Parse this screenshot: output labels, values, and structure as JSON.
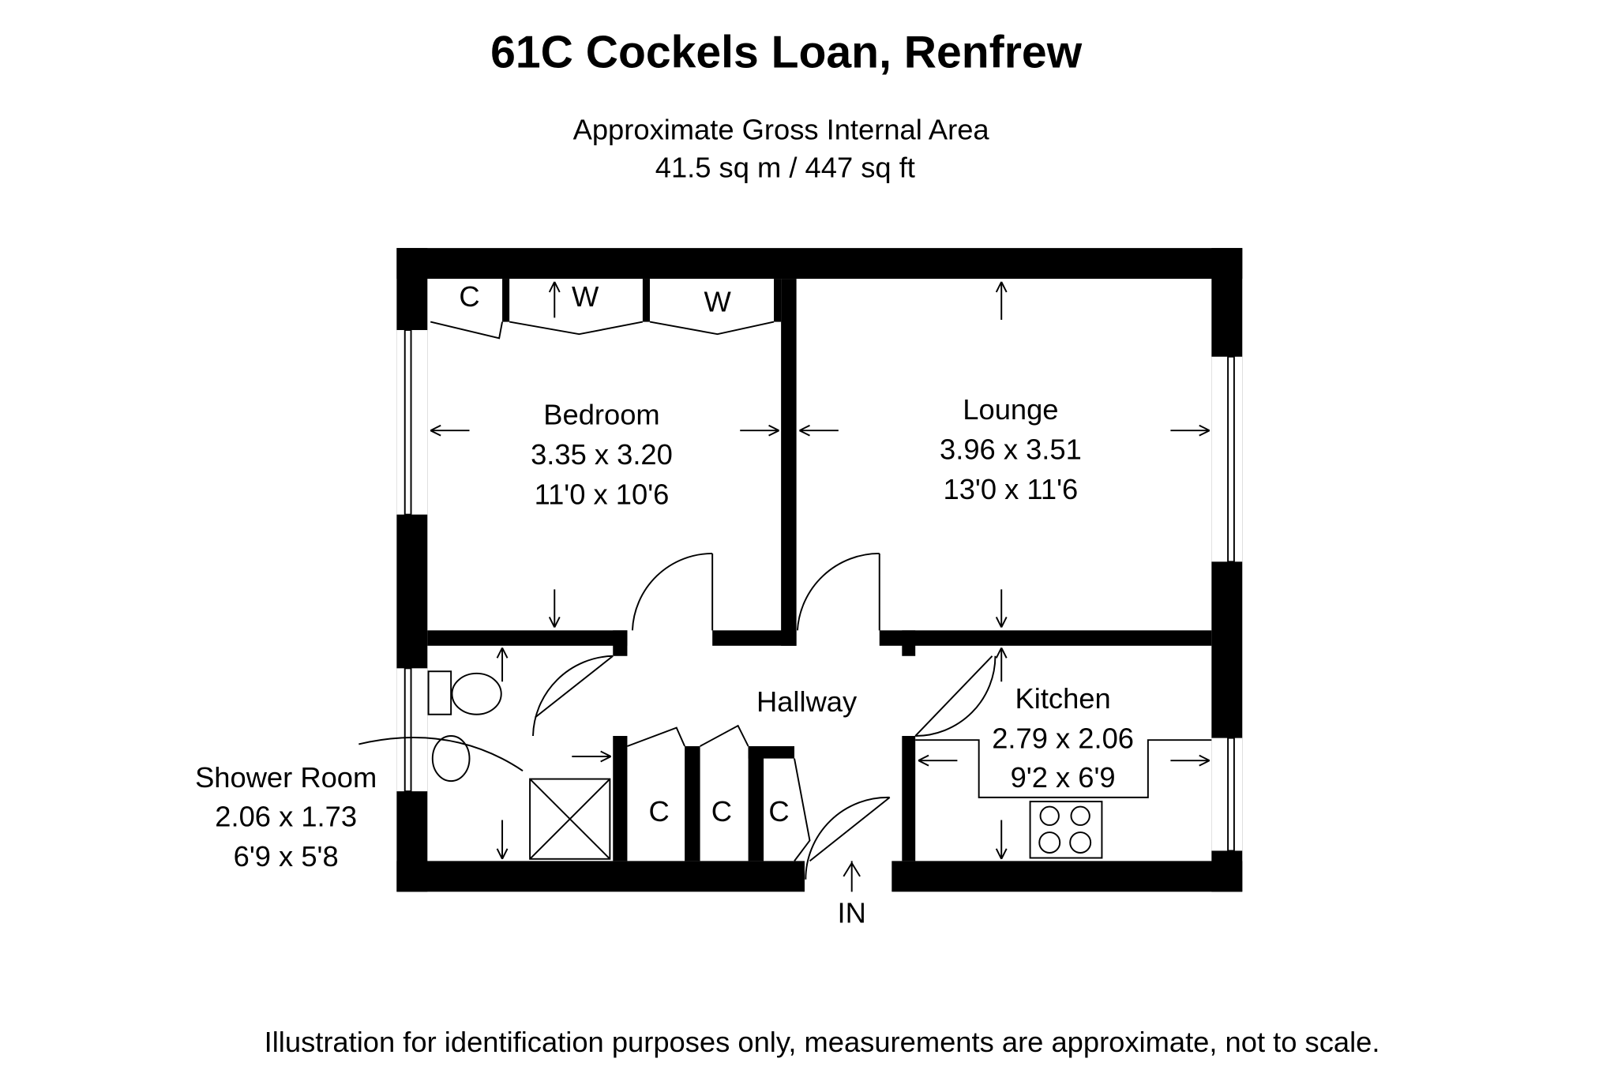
{
  "title": "61C Cockels Loan, Renfrew",
  "area": {
    "label": "Approximate Gross Internal Area",
    "value": "41.5 sq m / 447 sq ft"
  },
  "rooms": {
    "bedroom": {
      "name": "Bedroom",
      "metric": "3.35 x 3.20",
      "imperial": "11'0 x 10'6"
    },
    "lounge": {
      "name": "Lounge",
      "metric": "3.96 x 3.51",
      "imperial": "13'0 x 11'6"
    },
    "hallway": {
      "name": "Hallway"
    },
    "kitchen": {
      "name": "Kitchen",
      "metric": "2.79 x 2.06",
      "imperial": "9'2 x 6'9"
    },
    "shower": {
      "name": "Shower Room",
      "metric": "2.06 x 1.73",
      "imperial": "6'9 x 5'8"
    }
  },
  "labels": {
    "cupboard": "C",
    "wardrobe": "W",
    "entrance": "IN"
  },
  "footer": "Illustration for identification purposes only, measurements are approximate, not to scale."
}
